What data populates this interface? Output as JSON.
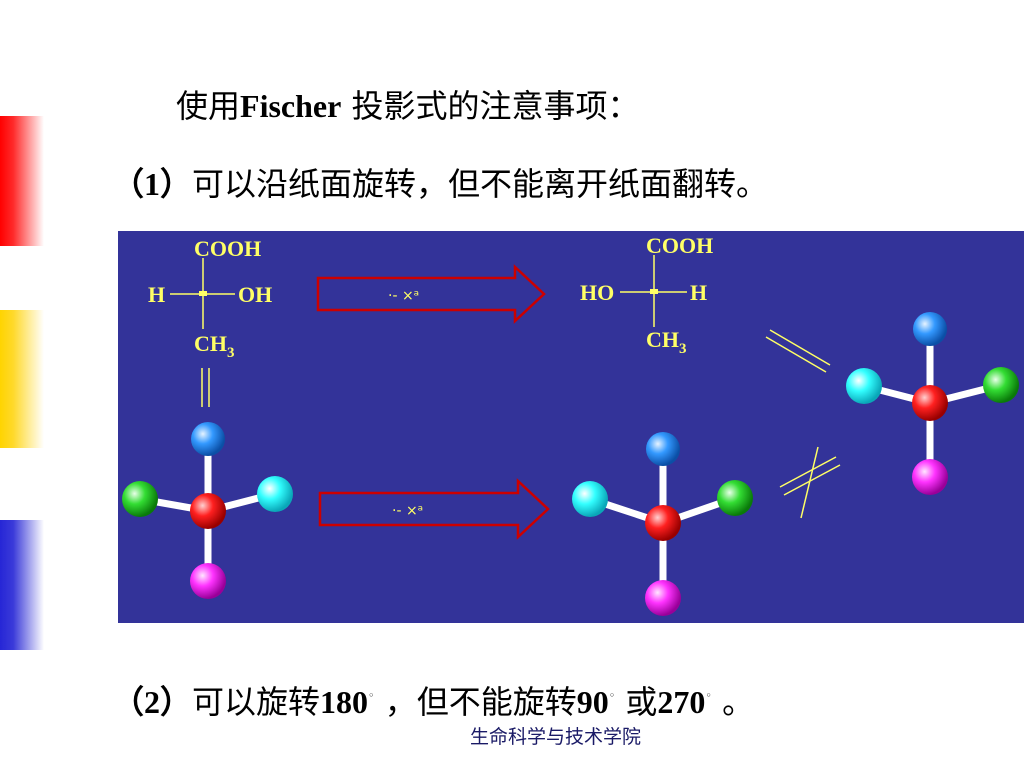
{
  "title": {
    "prefix": "使用",
    "latin": "Fischer",
    "suffix": " 投影式的注意事项："
  },
  "note_1": {
    "number": "（1）",
    "text": "可以沿纸面旋转，但不能离开纸面翻转。"
  },
  "note_2": {
    "number": "（2）",
    "text_a": "可以旋转",
    "angle_a": "180",
    "deg_a": "◦",
    "text_b": " ，但不能旋转",
    "angle_b": "90",
    "deg_b": "◦",
    "text_c": " 或",
    "angle_c": "270",
    "deg_c": "◦",
    "text_d": " 。"
  },
  "footer": "生命科学与技术学院",
  "colors": {
    "panel": "#333399",
    "label_yellow": "#ffff66",
    "arrow_red": "#cc0000",
    "center_ball": "#ff2020",
    "ball_blue": "#3399ff",
    "ball_cyan": "#33ffff",
    "ball_green": "#33dd33",
    "ball_magenta": "#ff33ff"
  },
  "diagram": {
    "fischer_left": {
      "top": "COOH",
      "left": "H",
      "right": "OH",
      "bottom_main": "CH",
      "bottom_sub": "3"
    },
    "fischer_right": {
      "top": "COOH",
      "left": "HO",
      "right": "H",
      "bottom_main": "CH",
      "bottom_sub": "3"
    },
    "arrow_top_label": "·-  ×ᵃ",
    "arrow_bottom_label": "·-  ×ᵃ"
  }
}
